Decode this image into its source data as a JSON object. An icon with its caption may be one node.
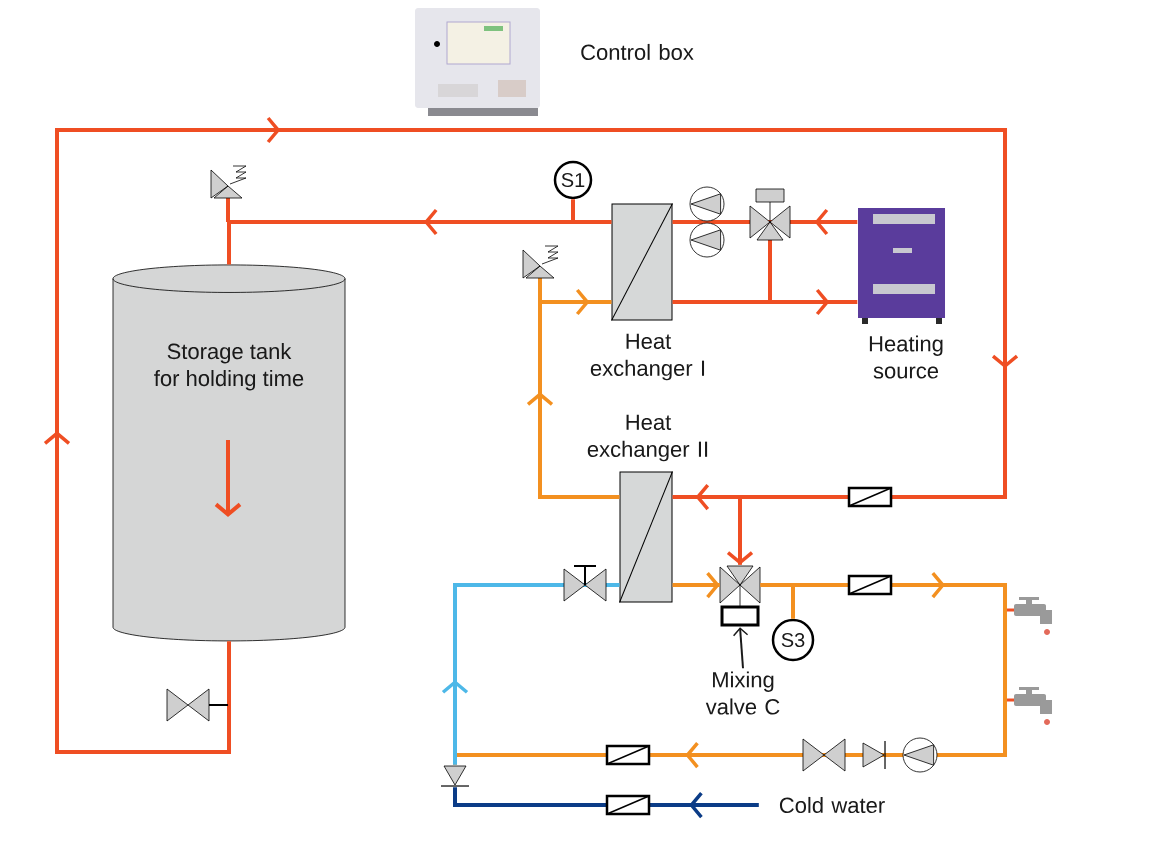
{
  "diagram": {
    "nodes": [
      {
        "text": [],
        "shape": "picture",
        "beside": [
          "Control box"
        ]
      },
      {
        "text": [
          "S1"
        ]
      },
      {
        "text": [],
        "shape": "box",
        "beside": [
          "Heat exchanger I"
        ]
      },
      {
        "text": [],
        "shape": "picture",
        "beside": [
          "Heating source"
        ]
      },
      {
        "text": [
          "Storage tank for holding time"
        ]
      },
      {
        "text": [],
        "shape": "box",
        "beside": [
          "Heat exchanger II"
        ]
      },
      {
        "text": [],
        "shape": "valve"
      },
      {
        "text": [
          "S3"
        ]
      },
      {
        "text": [
          "Mixing valve C"
        ]
      },
      {
        "text": [],
        "shape": "valve"
      },
      {
        "text": [
          "Cold water"
        ]
      }
    ],
    "edges": [
      {
        "from": 4,
        "to": 5,
        "arrow": "to"
      },
      {
        "from": 2,
        "to": 4,
        "arrow": "to"
      },
      {
        "from": 3,
        "to": 2,
        "arrow": "to"
      },
      {
        "from": 2,
        "to": 3,
        "arrow": "to"
      },
      {
        "from": 5,
        "to": 2,
        "arrow": "to",
        "color": "#f39020"
      },
      {
        "from": null,
        "to": 6,
        "arrow": "to"
      },
      {
        "from": 5,
        "to": 6,
        "arrow": "to",
        "color": "#f39020"
      },
      {
        "from": 6,
        "to": 9,
        "arrow": "to",
        "color": "#f39020"
      },
      {
        "from": 9,
        "to": 5,
        "arrow": "to",
        "color": "#4db8e8"
      },
      {
        "from": 10,
        "to": 9,
        "arrow": "to",
        "color": "#0b3c87"
      },
      {
        "from": 8,
        "to": 6,
        "arrow": "to",
        "color": "#1a1a1a"
      },
      {
        "from": 1,
        "to": null,
        "arrow": "none"
      },
      {
        "from": 7,
        "to": null,
        "arrow": "none",
        "color": "#f39020"
      }
    ]
  }
}
